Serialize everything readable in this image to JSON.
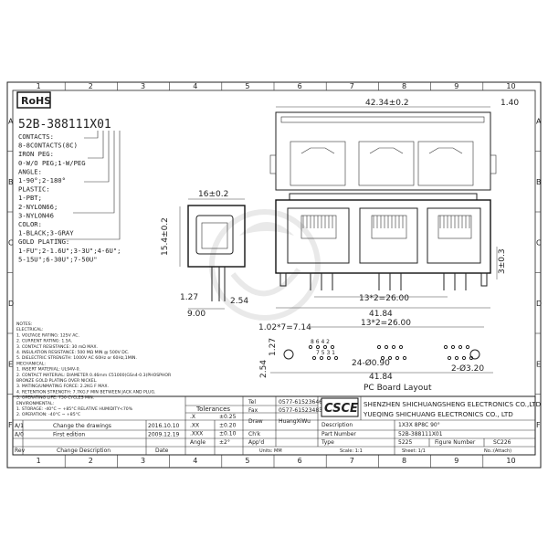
{
  "rohs": "RoHS",
  "part_code": "52B-388111X01",
  "spec_lines": [
    "CONTACTS:",
    "8-8CONTACTS(8C)",
    "IRON PEG:",
    "0-W/O PEG;1-W/PEG",
    "ANGLE:",
    "1-90°;2-180°",
    "PLASTIC:",
    "1-PBT;",
    "2-NYLON66;",
    "3-NYLON46",
    "COLOR:",
    "1-BLACK;3-GRAY",
    "GOLD PLATING:",
    "1-FU\";2-1.6U\";3-3U\";4-6U\";",
    "5-15U\";6-30U\";7-50U\""
  ],
  "grid_cols": [
    "1",
    "2",
    "3",
    "4",
    "5",
    "6",
    "7",
    "8",
    "9",
    "10"
  ],
  "grid_rows": [
    "A",
    "B",
    "C",
    "D",
    "E",
    "F"
  ],
  "dims": {
    "top_width": "42.34±0.2",
    "top_offset": "1.40",
    "side_depth": "16±0.2",
    "side_height": "15.4±0.2",
    "front_height": "3±0.3",
    "front_pitch": "13*2=26.00",
    "front_width": "41.84",
    "pin_offset": "1.27",
    "pin_len": "2.54",
    "pin_base": "9.00",
    "pcb_pitch": "1.02*7=7.14",
    "pcb_span": "13*2=26.00",
    "pcb_hole": "24-Ø0.90",
    "pcb_peg": "2-Ø3.20",
    "pcb_width": "41.84",
    "pcb_y1": "2.54",
    "pcb_y2": "1.27",
    "pin_nums_top": "8 6 4 2",
    "pin_nums_bot": "7 5 3 1",
    "pcb_label": "PC Board Layout"
  },
  "notes": [
    "NOTES:",
    "ELECTRICAL:",
    "1. VOLTAGE RATING: 125V AC.",
    "2. CURRENT RATING: 1.5A.",
    "3. CONTACT RESISTANCE: 30 mΩ MAX.",
    "4. INSULATION RESISTANCE: 500 MΩ MIN @ 500V DC.",
    "5. DIELECTRIC STRENGTH: 1000V AC 60Hz or 60Hz,1MIN.",
    "MECHANICAL:",
    "1. INSERT MATERIAL: UL94V-0.",
    "2. CONTACT MATERIAL: DIAMETER 0.46mm C51000(GSn4-0.3)PHOSPHOR",
    "           BRONZE GOLD PLATING OVER NICKEL.",
    "3. MATING/UNMATING FORCE: 2.2KG F MAX.",
    "4. RETENTION STRENGTH: 7.7KG.F MIN BETWEEN JACK AND PLUG.",
    "5. OPERATING LIFE: 750 CYCLES MIN.",
    "ENVIRONMENTAL:",
    "1. STORAGE: -40°C ~ +85°C RELATIVE HUMIDITY<70%",
    "2. OPERATION: -40°C ~ +85°C"
  ],
  "title_block": {
    "tolerance": "Tolerances",
    "tel_label": "Tel",
    "tel": "0577-61523646",
    "fax_label": "Fax",
    "fax": "0577-61523483",
    "logo": "CSCE",
    "company1": "SHENZHEN SHICHUANGSHENG ELECTRONICS CO.,LTD",
    "company2": "YUEQING SHICHUANG ELECTRONICS CO., LTD",
    "tol_rows": [
      {
        "k": ".X",
        "v": "±0.25"
      },
      {
        "k": ".XX",
        "v": "±0.20"
      },
      {
        "k": ".XXX",
        "v": "±0.10"
      },
      {
        "k": "Angle",
        "v": "±2°"
      }
    ],
    "draw_label": "Draw",
    "draw_name": "HuangXiWu",
    "date_label": "Date",
    "chk_label": "Ch'k",
    "app_label": "App'd",
    "desc_label": "Description",
    "desc": "1X3X 8P8C 90°",
    "part_label": "Part Number",
    "part": "52B-388111X01",
    "type_label": "Type",
    "type": "5225",
    "figure_label": "Figure Number",
    "figure": "SC226",
    "units_label": "Units: MM",
    "scale_label": "Scale: 1:1",
    "sheet_label": "Sheet: 1/1",
    "no_label": "No.:(Attach)",
    "rev_rows": [
      {
        "rev": "A/1",
        "desc": "Change the drawings",
        "date": "2016.10.10"
      },
      {
        "rev": "A/0",
        "desc": "First edition",
        "date": "2009.12.19"
      }
    ],
    "rev_header": {
      "rev": "Rev",
      "desc": "Change Description",
      "date": "Date"
    }
  }
}
